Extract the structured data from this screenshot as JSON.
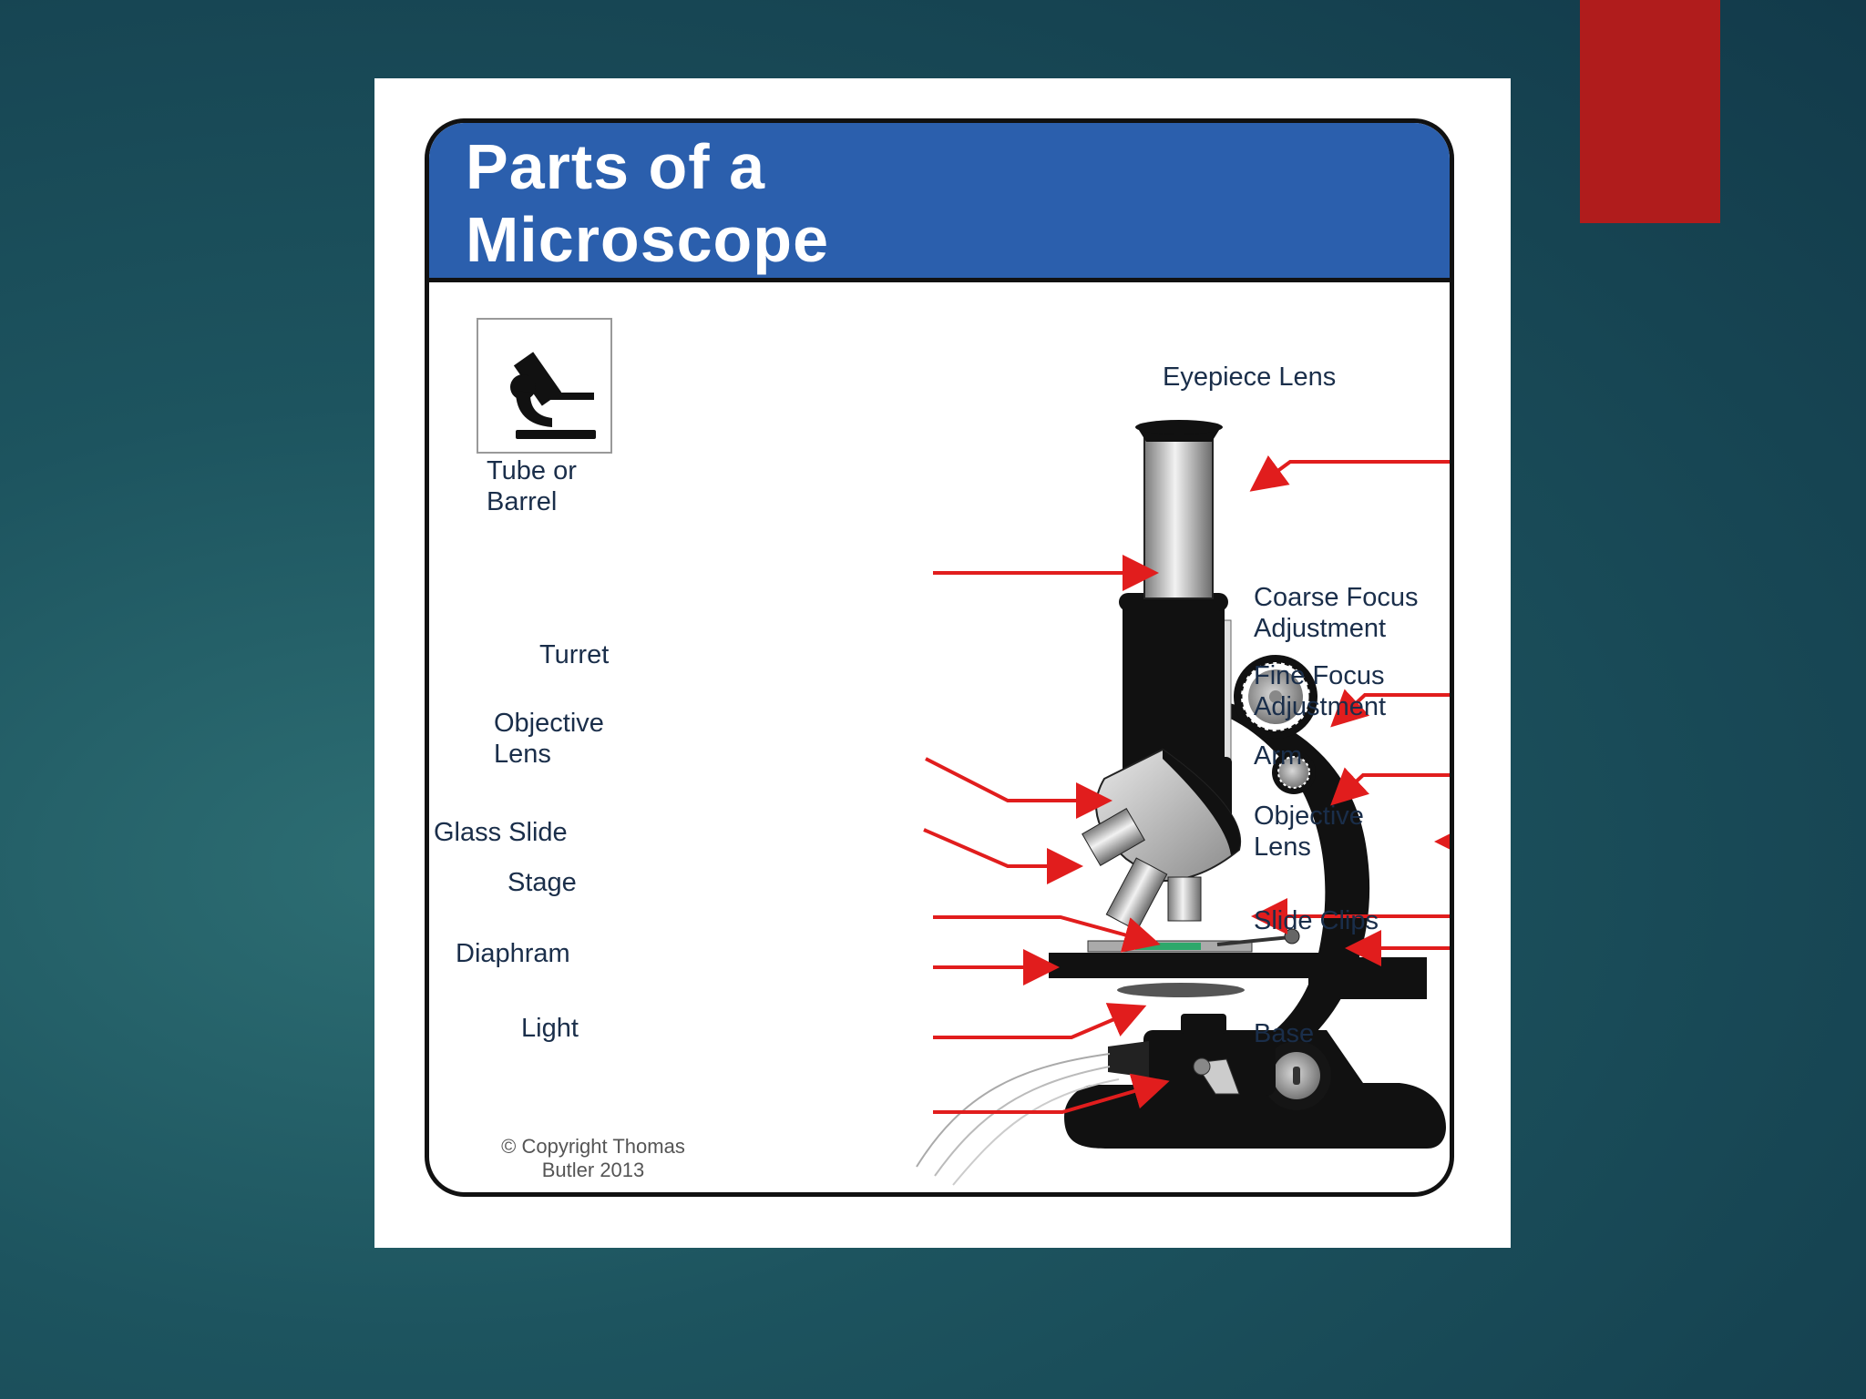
{
  "title": "Parts of a\nMicroscope",
  "copyright": "© Copyright Thomas\nButler 2013",
  "colors": {
    "header_blue": "#2b5fad",
    "arrow_red": "#e11d1d",
    "label_navy": "#1a2e4a",
    "accent_red": "#b01c1c"
  },
  "icons": [
    "microscope-icon"
  ],
  "labels": {
    "eyepiece": "Eyepiece Lens",
    "tube": "Tube or\nBarrel",
    "coarse_focus": "Coarse Focus\nAdjustment",
    "fine_focus": "Fine Focus\nAdjustment",
    "turret": "Turret",
    "objective_left": "Objective\nLens",
    "arm": "Arm",
    "glass_slide": "Glass Slide",
    "objective_right": "Objective\nLens",
    "stage": "Stage",
    "slide_clips": "Slide Clips",
    "diaphram": "Diaphram",
    "light": "Light",
    "base": "Base"
  }
}
